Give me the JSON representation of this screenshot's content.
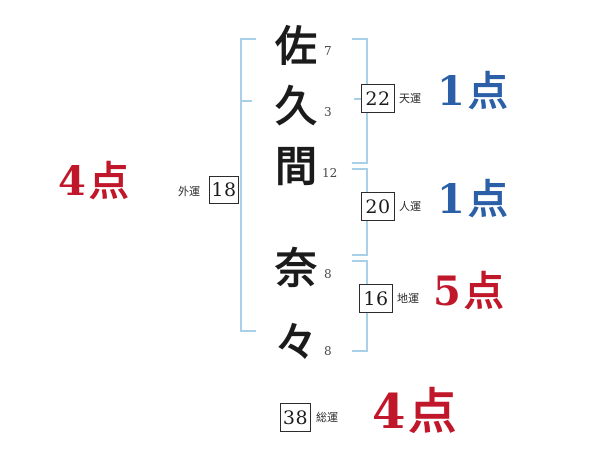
{
  "chart_data": {
    "type": "diagram",
    "title": "",
    "name_characters": [
      {
        "char": "佐",
        "strokes": 7
      },
      {
        "char": "久",
        "strokes": 3
      },
      {
        "char": "間",
        "strokes": 12
      },
      {
        "char": "奈",
        "strokes": 8
      },
      {
        "char": "々",
        "strokes": 8
      }
    ],
    "fortunes": [
      {
        "label": "外運",
        "value": 18,
        "score": "4点",
        "color": "#c0172a"
      },
      {
        "label": "天運",
        "value": 22,
        "score": "1点",
        "color": "#2b5fa8"
      },
      {
        "label": "人運",
        "value": 20,
        "score": "1点",
        "color": "#2b5fa8"
      },
      {
        "label": "地運",
        "value": 16,
        "score": "5点",
        "color": "#c0172a"
      },
      {
        "label": "総運",
        "value": 38,
        "score": "4点",
        "color": "#c0172a"
      }
    ]
  },
  "name_column": {
    "chars": [
      {
        "char": "佐",
        "strokes": "7"
      },
      {
        "char": "久",
        "strokes": "3"
      },
      {
        "char": "間",
        "strokes": "12"
      },
      {
        "char": "奈",
        "strokes": "8"
      },
      {
        "char": "々",
        "strokes": "8"
      }
    ]
  },
  "outer": {
    "label": "外運",
    "value": "18",
    "score": "4点"
  },
  "groups": [
    {
      "label": "天運",
      "value": "22",
      "score": "1点"
    },
    {
      "label": "人運",
      "value": "20",
      "score": "1点"
    },
    {
      "label": "地運",
      "value": "16",
      "score": "5点"
    }
  ],
  "total": {
    "label": "総運",
    "value": "38",
    "score": "4点"
  },
  "colors": {
    "blue": "#2b5fa8",
    "red": "#c0172a",
    "bracket": "#a8d0e8",
    "ink": "#1b1b1b"
  }
}
